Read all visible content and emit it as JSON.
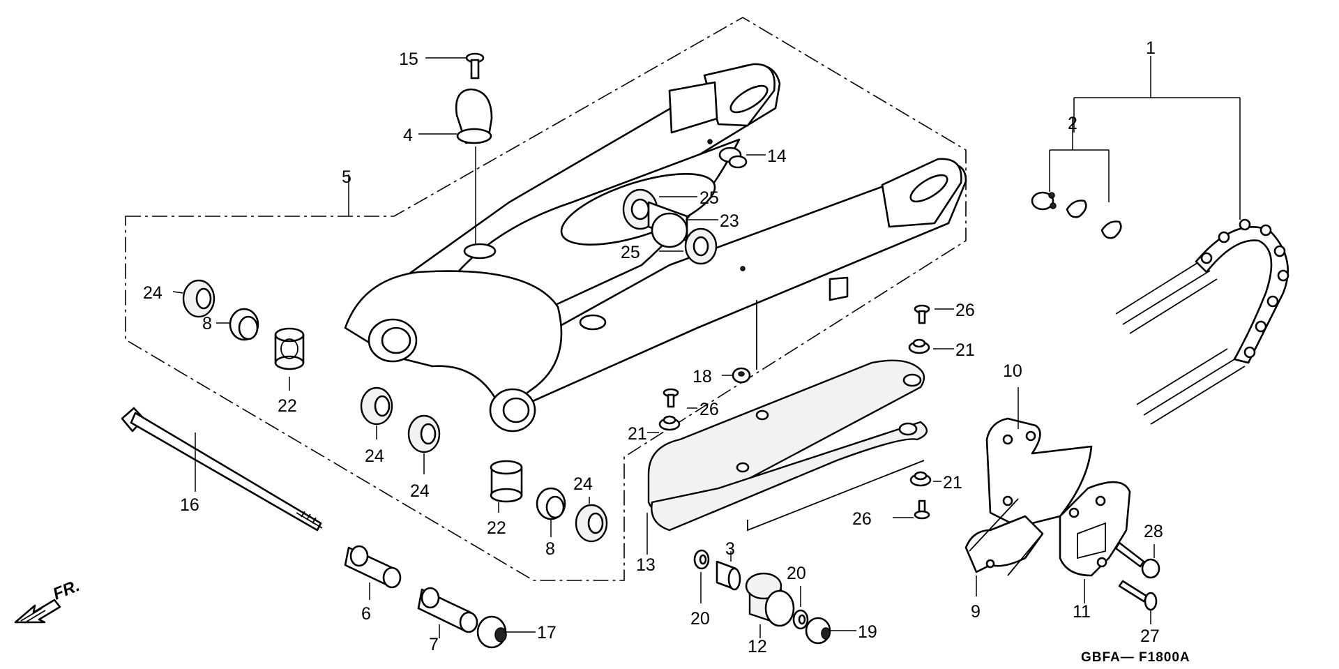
{
  "diagram": {
    "labels": {
      "p1": "1",
      "p2": "2",
      "p3": "3",
      "p4": "4",
      "p5": "5",
      "p6": "6",
      "p7": "7",
      "p8a": "8",
      "p8b": "8",
      "p9": "9",
      "p10": "10",
      "p11": "11",
      "p12": "12",
      "p13": "13",
      "p14": "14",
      "p15": "15",
      "p16": "16",
      "p17": "17",
      "p18": "18",
      "p19": "19",
      "p20a": "20",
      "p20b": "20",
      "p21a": "21",
      "p21b": "21",
      "p21c": "21",
      "p22a": "22",
      "p22b": "22",
      "p23": "23",
      "p24a": "24",
      "p24b": "24",
      "p24c": "24",
      "p24d": "24",
      "p25a": "25",
      "p25b": "25",
      "p26a": "26",
      "p26b": "26",
      "p26c": "26",
      "p27": "27",
      "p28": "28"
    },
    "direction_marker": "FR.",
    "figure_code": "GBFA— F1800A"
  }
}
